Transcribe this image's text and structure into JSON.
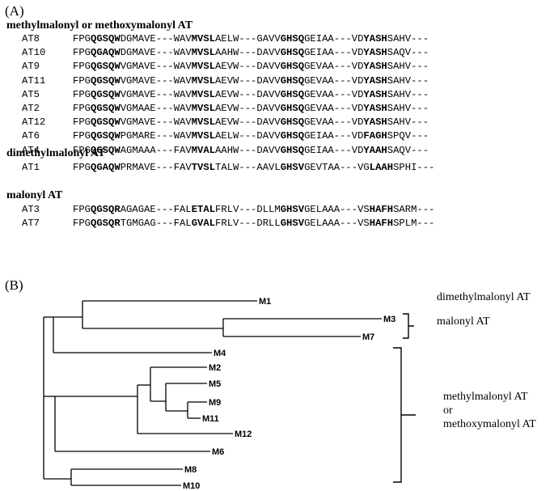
{
  "panel_a": {
    "label": "(A)",
    "groups": [
      {
        "heading": "methylmalonyl or methoxymalonyl AT",
        "rows": [
          {
            "name": "AT8",
            "seq": "FPG[QGSQW]DGMAVE---WAV[MVSL]AELW---GAVV[GHSQ]GEIAA---VD[YASH]SAHV---"
          },
          {
            "name": "AT10",
            "seq": "FPG[QGAQW]DGMAVE---WAV[MVSL]AAHW---DAVV[GHSQ]GEIAA---VD[YASH]SAQV---"
          },
          {
            "name": "AT9",
            "seq": "FPG[QGSQW]VGMAVE---WAV[MVSL]AEVW---DAVV[GHSQ]GEVAA---VD[YASH]SAHV---"
          },
          {
            "name": "AT11",
            "seq": "FPG[QGSQW]VGMAVE---WAV[MVSL]AEVW---DAVV[GHSQ]GEVAA---VD[YASH]SAHV---"
          },
          {
            "name": "AT5",
            "seq": "FPG[QGSQW]VGMAVE---WAV[MVSL]AEVW---DAVV[GHSQ]GEVAA---VD[YASH]SAHV---"
          },
          {
            "name": "AT2",
            "seq": "FPG[QGSQW]VGMAAE---WAV[MVSL]AEVW---DAVV[GHSQ]GEVAA---VD[YASH]SAHV---"
          },
          {
            "name": "AT12",
            "seq": "FPG[QGSQW]VGMAVE---WAV[MVSL]AEVW---DAVV[GHSQ]GEVAA---VD[YASH]SAHV---"
          },
          {
            "name": "AT6",
            "seq": "FPG[QGSQW]PGMARE---WAV[MVSL]AELW---DAVV[GHSQ]GEIAA---VD[FAGH]SPQV---"
          },
          {
            "name": "AT4",
            "seq": "FPG[QGSQW]AGMAAA---FAV[MVAL]AAHW---DAVV[GHSQ]GEIAA---VD[YAAH]SAQV---"
          }
        ]
      },
      {
        "heading": "dimethylmalonyl AT",
        "rows": [
          {
            "name": "AT1",
            "seq": "FPG[QGAQW]PRMAVE---FAV[TVSL]TALW---AAVL[GHSV]GEVTAA---VG[LAAH]SPHI---"
          }
        ]
      },
      {
        "heading": "malonyl AT",
        "rows": [
          {
            "name": "AT3",
            "seq": "FPG[QGSQR]AGAGAE---FAL[ETAL]FRLV---DLLM[GHSV]GELAAA---VS[HAFH]SARM---"
          },
          {
            "name": "AT7",
            "seq": "FPG[QGSQR]TGMGAG---FAL[GVAL]FRLV---DRLL[GHSV]GELAAA---VS[HAFH]SPLM---"
          }
        ]
      }
    ]
  },
  "panel_b": {
    "label": "(B)",
    "leaves": [
      "M1",
      "M3",
      "M7",
      "M4",
      "M2",
      "M5",
      "M9",
      "M11",
      "M12",
      "M6",
      "M8",
      "M10"
    ],
    "annotations": {
      "dimethylmalonyl": "dimethylmalonyl AT",
      "malonyl": "malonyl AT",
      "methyl_line1": "methylmalonyl AT",
      "methyl_line2": "or",
      "methyl_line3": "methoxymalonyl AT"
    }
  }
}
